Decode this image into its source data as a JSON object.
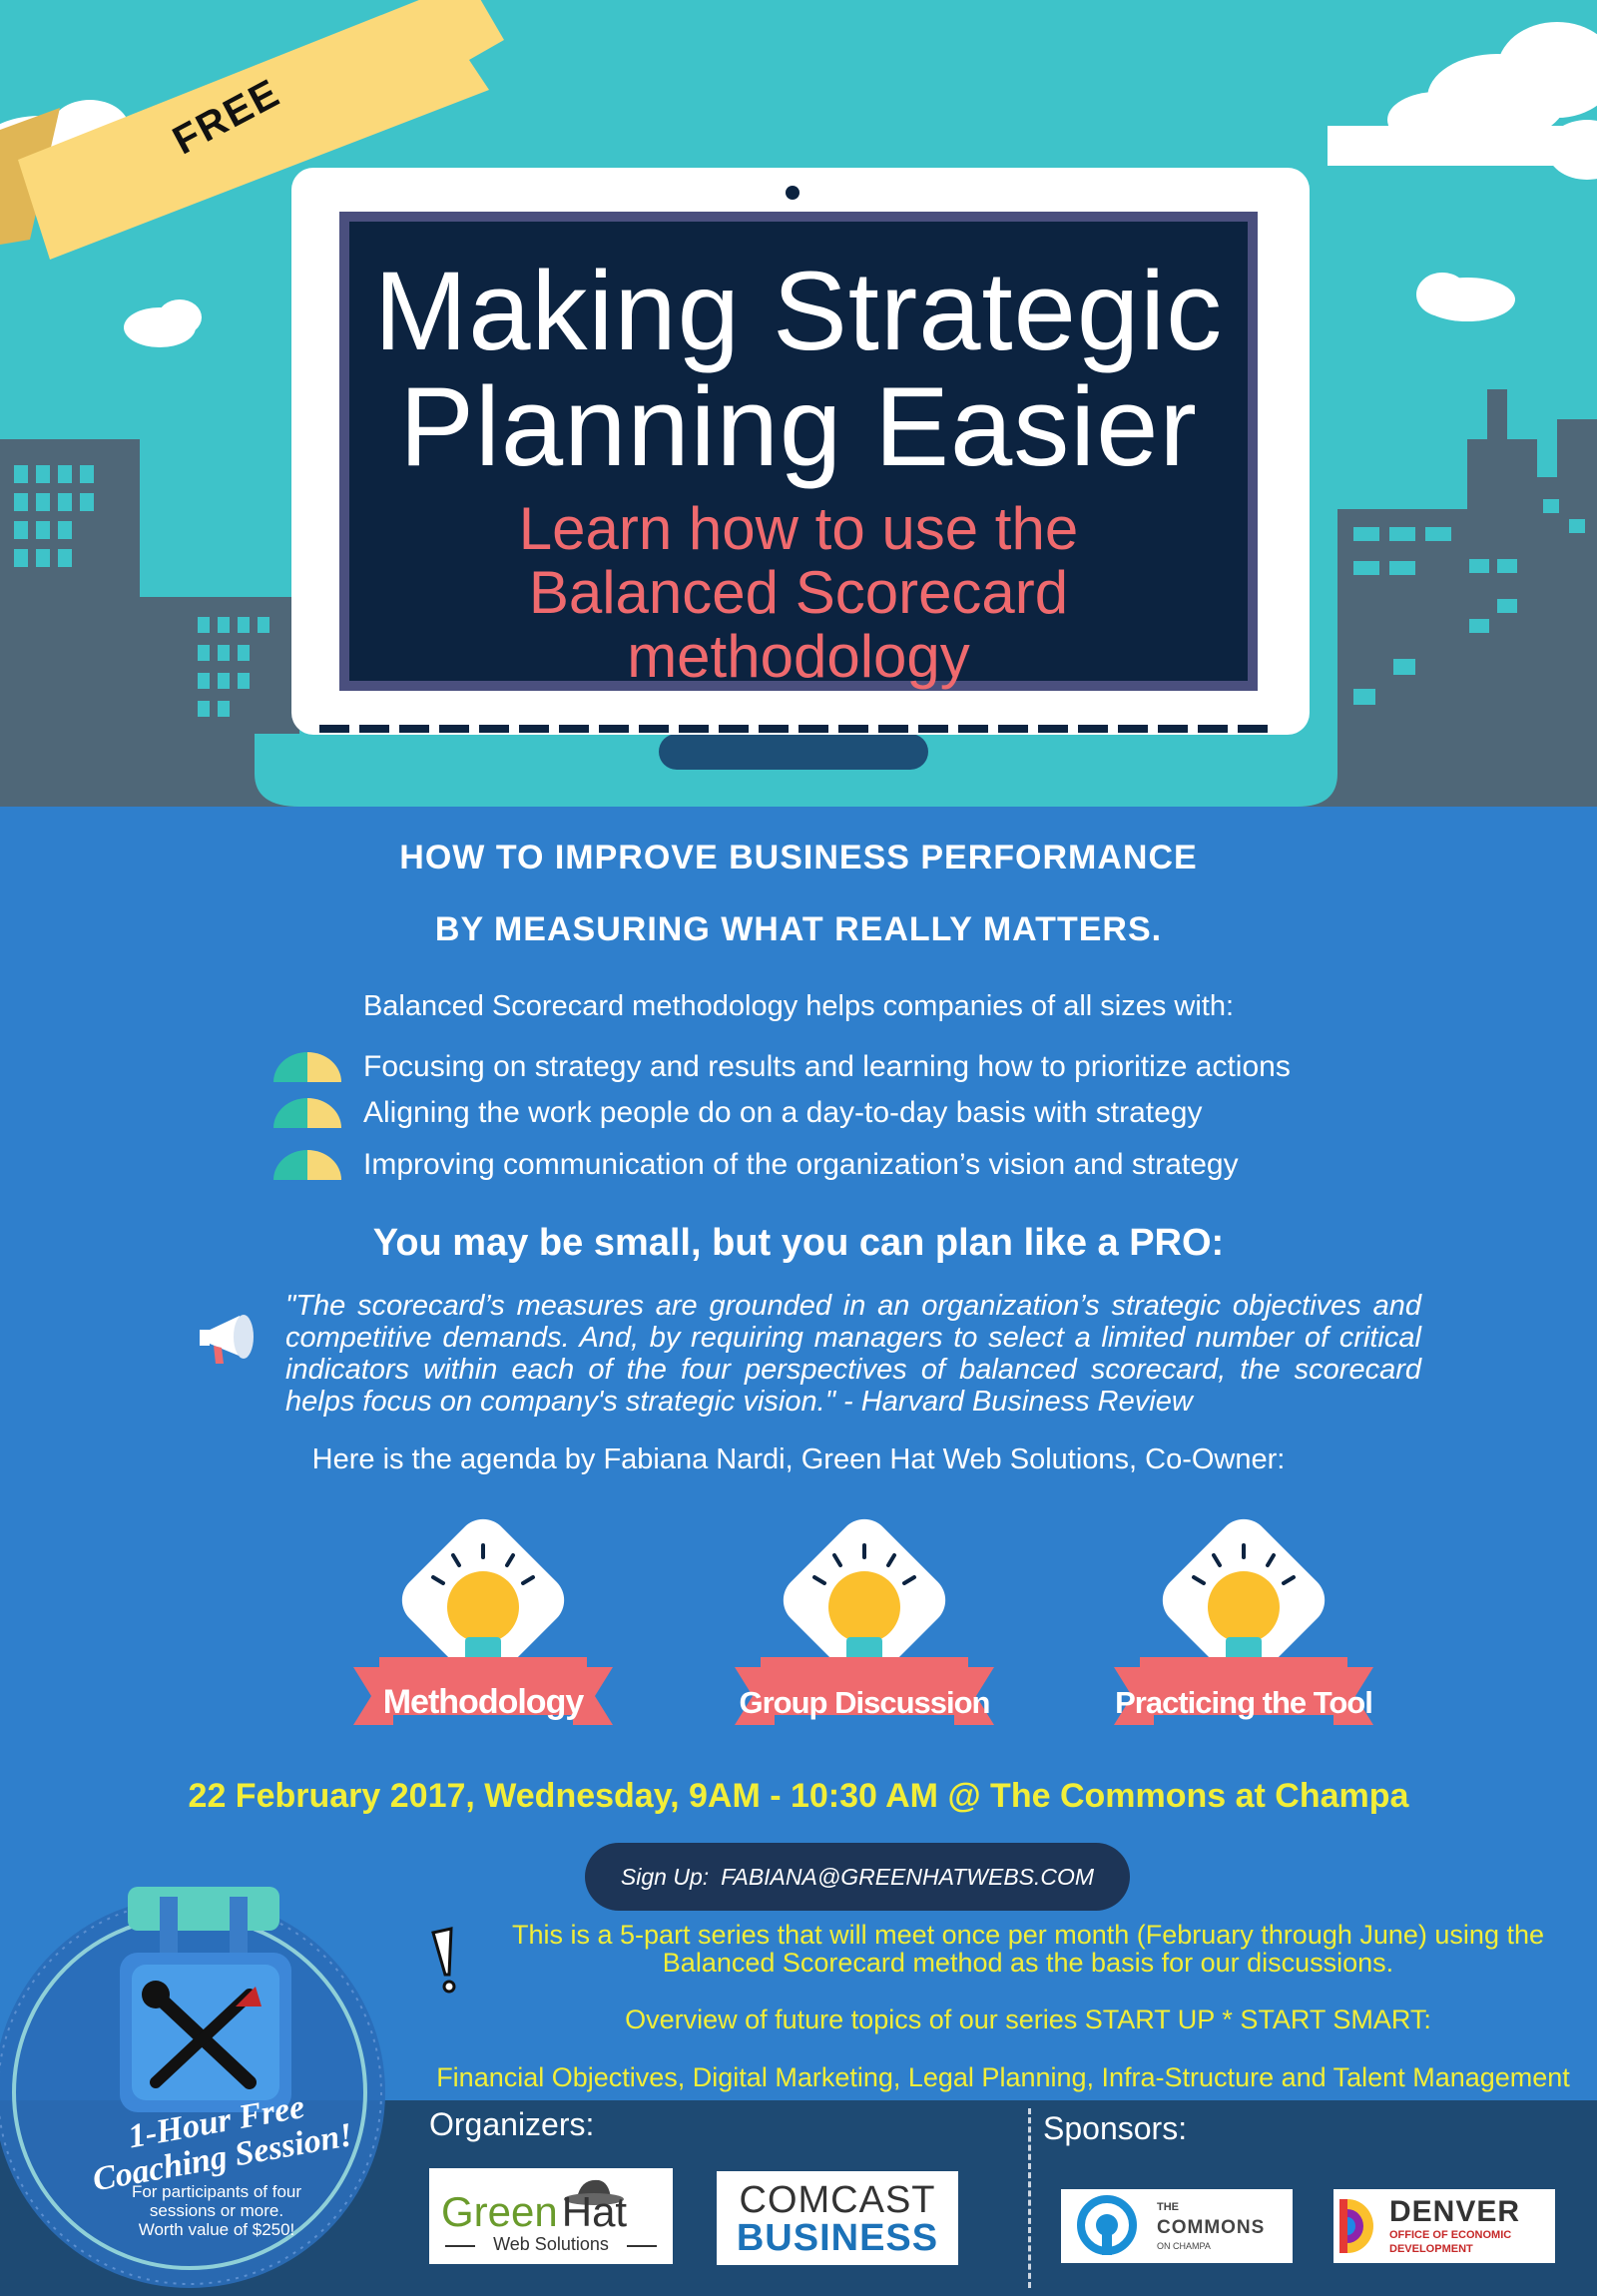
{
  "hero": {
    "ribbon": "FREE",
    "title_line1": "Making Strategic",
    "title_line2": "Planning Easier",
    "subtitle_line1": "Learn how to use the",
    "subtitle_line2": "Balanced Scorecard",
    "subtitle_line3": "methodology"
  },
  "headline": {
    "line1": "HOW TO IMPROVE BUSINESS PERFORMANCE",
    "line2": "BY MEASURING WHAT REALLY MATTERS."
  },
  "intro": "Balanced Scorecard methodology helps companies of all sizes  with:",
  "bullets": [
    "Focusing on strategy and results and learning how to prioritize actions",
    "Aligning the work people do on a day-to-day basis with strategy",
    "Improving communication of the organization’s vision and strategy"
  ],
  "pro_heading": "You may be small, but you can plan like a PRO:",
  "quote": "\"The scorecard’s measures are grounded in an organization’s strategic objectives and competitive demands. And, by requiring managers to select a limited number of critical indicators within each of the four perspectives of balanced scorecard, the scorecard helps focus on company's strategic vision.\" - Harvard Business Review",
  "agenda_intro": "Here is the agenda by Fabiana Nardi, Green Hat Web Solutions, Co-Owner:",
  "agenda": [
    {
      "label": "Methodology"
    },
    {
      "label": "Group Discussion"
    },
    {
      "label": "Practicing the Tool"
    }
  ],
  "event": {
    "date_line": "22 February 2017, Wednesday, 9AM - 10:30 AM @ The Commons at Champa",
    "signup_label": "Sign Up:",
    "signup_email": "FABIANA@GREENHATWEBS.COM"
  },
  "series": {
    "line1": "This is a 5-part series that will meet once per month (February through June) using the",
    "line2": "Balanced Scorecard method as the basis for our discussions.",
    "overview": "Overview of future topics of our series START UP * START SMART:",
    "topics": "Financial Objectives, Digital Marketing, Legal Planning, Infra-Structure and  Talent Management"
  },
  "badge": {
    "title_line1": "1-Hour Free",
    "title_line2": "Coaching Session!",
    "small_line1": "For participants of four",
    "small_line2": "sessions or more.",
    "small_line3": "Worth value of $250!"
  },
  "footer": {
    "organizers_label": "Organizers:",
    "sponsors_label": "Sponsors:",
    "greenhat_word1": "Green",
    "greenhat_word2": "Hat",
    "greenhat_sub": "Web Solutions",
    "comcast_line1": "COMCAST",
    "comcast_line2": "BUSINESS",
    "commons_line1": "THE",
    "commons_line2": "COMMONS",
    "commons_line3": "ON CHAMPA",
    "denver_line1": "DENVER",
    "denver_line2": "OFFICE OF ECONOMIC",
    "denver_line3": "DEVELOPMENT"
  },
  "colors": {
    "sky": "#3ec3c9",
    "body_blue": "#2f7fcc",
    "navy": "#0c2340",
    "coral": "#ef6a6e",
    "yellow": "#f2ee38",
    "footer": "#1e4a73"
  }
}
